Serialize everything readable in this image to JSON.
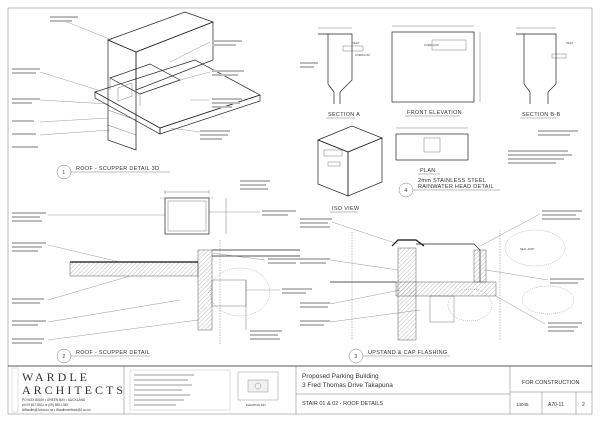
{
  "drawings": {
    "roof_scupper_3d": {
      "number": "1",
      "title": "ROOF - SCUPPER DETAIL 3D"
    },
    "roof_scupper": {
      "number": "2",
      "title": "ROOF - SCUPPER DETAIL"
    },
    "upstand_cap": {
      "number": "3",
      "title": "UPSTAND & CAP FLASHING"
    },
    "rainwater_head": {
      "number": "4",
      "title_line1": "2mm STAINLESS STEEL",
      "title_line2": "RAINWATER HEAD DETAIL"
    }
  },
  "views": {
    "section_a": "SECTION A",
    "front_elevation": "FRONT ELEVATION",
    "section_bb": "SECTION B-B",
    "plan": "PLAN",
    "iso_view": "ISO VIEW",
    "elevation_key": "ELEVATION KEY"
  },
  "title_block": {
    "logo_line1": "WARDLE",
    "logo_line2": "ARCHITECTS",
    "address": "PO BOX 80169  •  GREEN BAY  •  AUCKLAND",
    "phone": "ph 09 817 8011     fx (09) 555 1349",
    "email": "AWardle@2ziva.co.nz   •   Wardlevertised@2.co.nz",
    "project_line1": "Proposed Parking Building",
    "project_line2": "3 Fred Thomas Drive  Takapuna",
    "sheet_title": "STAIR 01 & 02 - ROOF DETAILS",
    "status": "FOR CONSTRUCTION",
    "job_no": "14045",
    "drawing_no": "A70-11",
    "revision": "2"
  },
  "annotations": {
    "inlet": "INLET",
    "overflow": "OVERFLOW",
    "seal_joint": "SEAL JOINT"
  }
}
